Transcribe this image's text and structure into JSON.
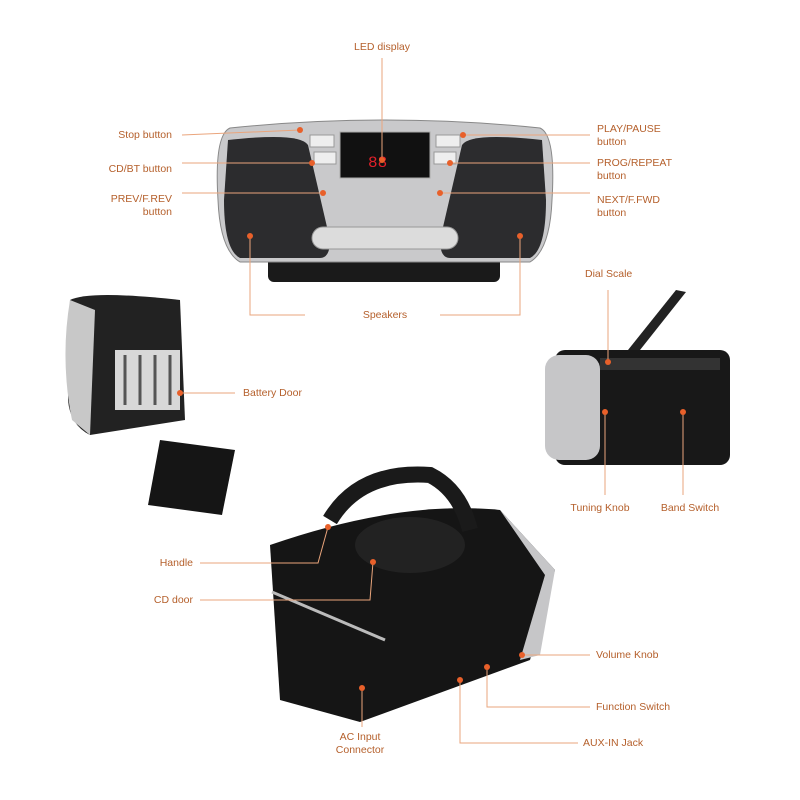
{
  "colors": {
    "label_text": "#b5602c",
    "leader_line": "#eaa57c",
    "callout_dot": "#e8602a",
    "led_red": "#e0202a"
  },
  "led_readout": "88",
  "labels": {
    "led_display": "LED display",
    "stop_button": "Stop  button",
    "cd_bt_button": "CD/BT button",
    "prev_line1": "PREV/F.REV",
    "prev_line2": "button",
    "play_line1": "PLAY/PAUSE",
    "play_line2": "button",
    "prog_line1": "PROG/REPEAT",
    "prog_line2": "button",
    "next_line1": "NEXT/F.FWD",
    "next_line2": "button",
    "speakers": "Speakers",
    "dial_scale": "Dial Scale",
    "battery_door": "Battery Door",
    "tuning_knob": "Tuning Knob",
    "band_switch": "Band Switch",
    "handle": "Handle",
    "cd_door": "CD door",
    "volume_knob": "Volume Knob",
    "function_switch": "Function Switch",
    "ac_line1": "AC Input",
    "ac_line2": "Connector",
    "aux_in_jack": "AUX-IN Jack"
  }
}
